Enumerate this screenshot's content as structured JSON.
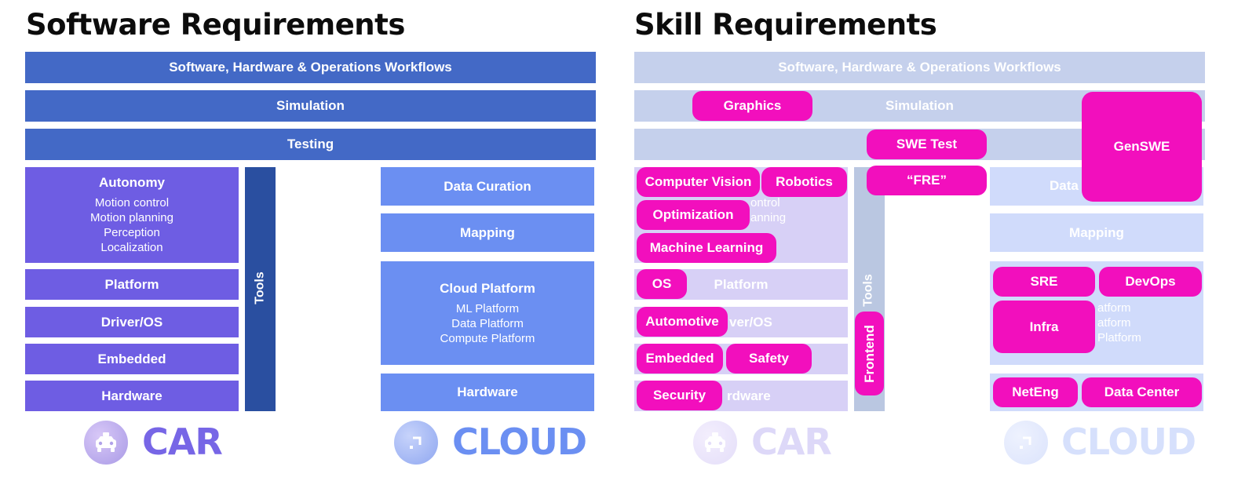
{
  "left": {
    "title": "Software Requirements",
    "workflows": "Software, Hardware & Operations Workflows",
    "simulation": "Simulation",
    "testing": "Testing",
    "autonomy": {
      "title": "Autonomy",
      "items": [
        "Motion control",
        "Motion planning",
        "Perception",
        "Localization"
      ]
    },
    "platform": "Platform",
    "driver_os": "Driver/OS",
    "embedded": "Embedded",
    "hardware_car": "Hardware",
    "tools": "Tools",
    "data_curation": "Data Curation",
    "mapping": "Mapping",
    "cloud_platform": {
      "title": "Cloud Platform",
      "items": [
        "ML Platform",
        "Data Platform",
        "Compute Platform"
      ]
    },
    "hardware_cloud": "Hardware",
    "car_label": "CAR",
    "cloud_label": "CLOUD"
  },
  "right": {
    "title": "Skill Requirements",
    "workflows": "Software, Hardware & Operations Workflows",
    "simulation": "Simulation",
    "autonomy_partial": [
      "ontrol",
      "anning"
    ],
    "platform": "Platform",
    "driver_os_partial": "ver/OS",
    "hardware_car_partial": "rdware",
    "tools": "Tools",
    "data_partial": "Data",
    "mapping": "Mapping",
    "cloud_partial": [
      "atform",
      "atform",
      "Platform"
    ],
    "car_label": "CAR",
    "cloud_label": "CLOUD",
    "skills": {
      "graphics": "Graphics",
      "swe_test": "SWE Test",
      "fre": "“FRE”",
      "genswe": "GenSWE",
      "computer_vision": "Computer Vision",
      "robotics": "Robotics",
      "optimization": "Optimization",
      "machine_learning": "Machine Learning",
      "os": "OS",
      "automotive": "Automotive",
      "embedded": "Embedded",
      "safety": "Safety",
      "security": "Security",
      "frontend": "Frontend",
      "sre": "SRE",
      "devops": "DevOps",
      "infra": "Infra",
      "neteng": "NetEng",
      "data_center": "Data Center"
    }
  },
  "colors": {
    "accent_pink": "#f20fbd",
    "row_blue": "#4369c6",
    "car_purple": "#6e5de3",
    "tools_navy": "#2a4fa0",
    "cloud_blue": "#6b8ff2"
  },
  "icons": [
    "car-icon",
    "cloud-arrow-icon"
  ]
}
